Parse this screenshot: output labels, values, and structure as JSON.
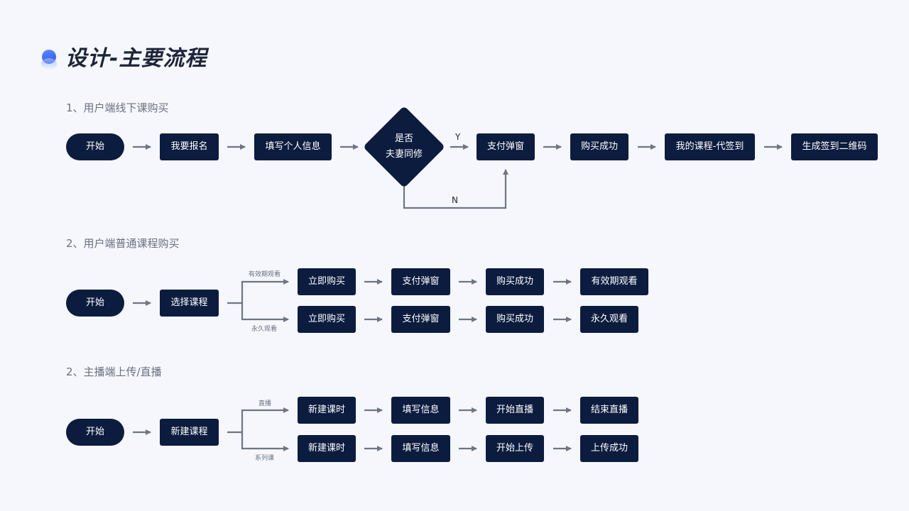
{
  "page": {
    "title": "设计-主要流程"
  },
  "sections": [
    {
      "title": "1、用户端线下课购买",
      "start": "开始",
      "step1": "我要报名",
      "step2": "填写个人信息",
      "decision": {
        "line1": "是否",
        "line2": "夫妻同修"
      },
      "yes_label": "Y",
      "no_label": "N",
      "step3": "支付弹窗",
      "step4": "购买成功",
      "step5": "我的课程-代签到",
      "step6": "生成签到二维码"
    },
    {
      "title": "2、用户端普通课程购买",
      "start": "开始",
      "step1": "选择课程",
      "branches": [
        {
          "label": "有效期观看",
          "steps": [
            "立即购买",
            "支付弹窗",
            "购买成功",
            "有效期观看"
          ]
        },
        {
          "label": "永久观看",
          "steps": [
            "立即购买",
            "支付弹窗",
            "购买成功",
            "永久观看"
          ]
        }
      ]
    },
    {
      "title": "2、主播端上传/直播",
      "start": "开始",
      "step1": "新建课程",
      "branches": [
        {
          "label": "直播",
          "steps": [
            "新建课时",
            "填写信息",
            "开始直播",
            "结束直播"
          ]
        },
        {
          "label": "系列课",
          "steps": [
            "新建课时",
            "填写信息",
            "开始上传",
            "上传成功"
          ]
        }
      ]
    }
  ]
}
